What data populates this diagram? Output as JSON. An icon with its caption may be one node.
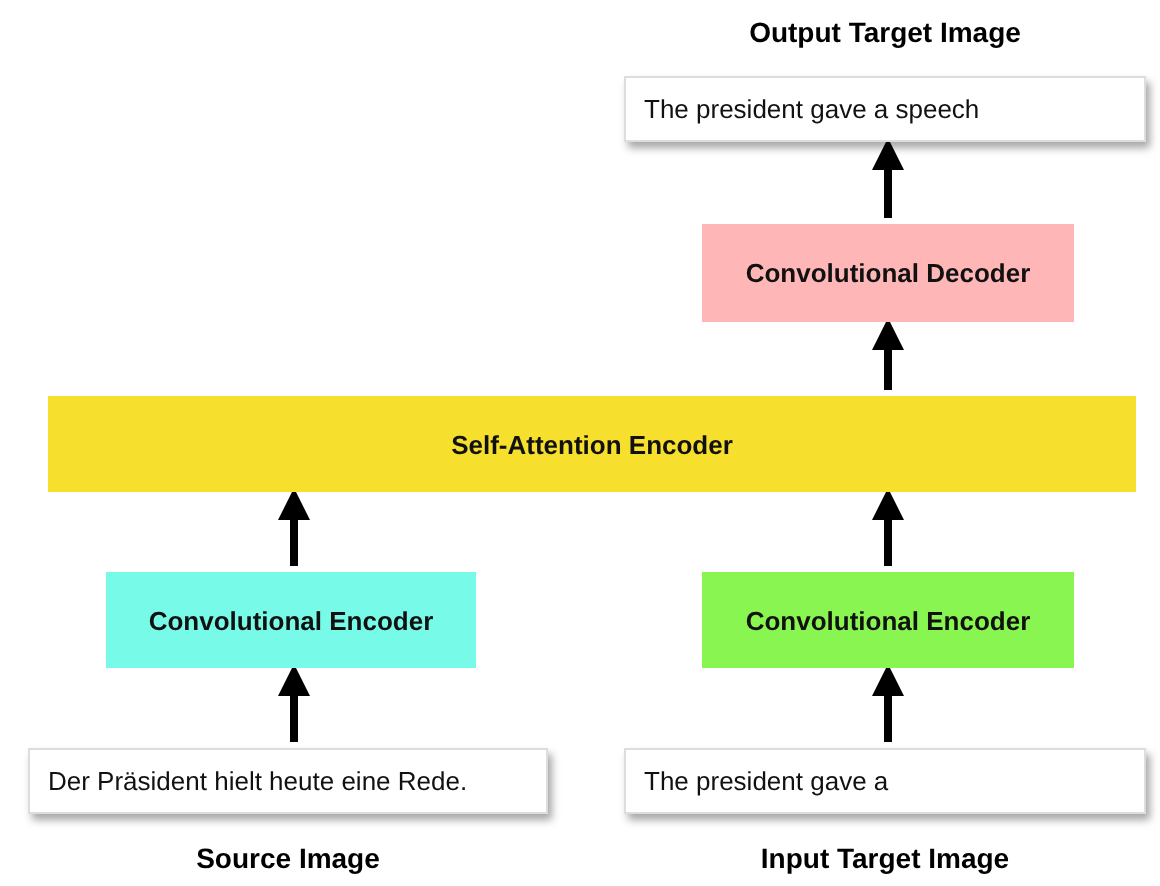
{
  "diagram": {
    "nodes": [
      {
        "text": [
          "The president gave a speech"
        ],
        "beside": [
          "Output Target Image"
        ]
      },
      {
        "text": [
          "Convolutional Decoder"
        ]
      },
      {
        "text": [
          "Self-Attention Encoder"
        ]
      },
      {
        "text": [
          "Convolutional Encoder"
        ]
      },
      {
        "text": [
          "Convolutional Encoder"
        ]
      },
      {
        "text": [
          "Der Präsident hielt heute eine Rede."
        ],
        "beside": [
          "Source Image"
        ]
      },
      {
        "text": [
          "The president gave a"
        ],
        "beside": [
          "Input Target Image"
        ]
      }
    ],
    "edges": [
      {
        "from": 5,
        "to": 3,
        "arrow": "to"
      },
      {
        "from": 3,
        "to": 2,
        "arrow": "to"
      },
      {
        "from": 6,
        "to": 4,
        "arrow": "to"
      },
      {
        "from": 4,
        "to": 2,
        "arrow": "to"
      },
      {
        "from": 2,
        "to": 1,
        "arrow": "to"
      },
      {
        "from": 1,
        "to": 0,
        "arrow": "to"
      }
    ]
  }
}
